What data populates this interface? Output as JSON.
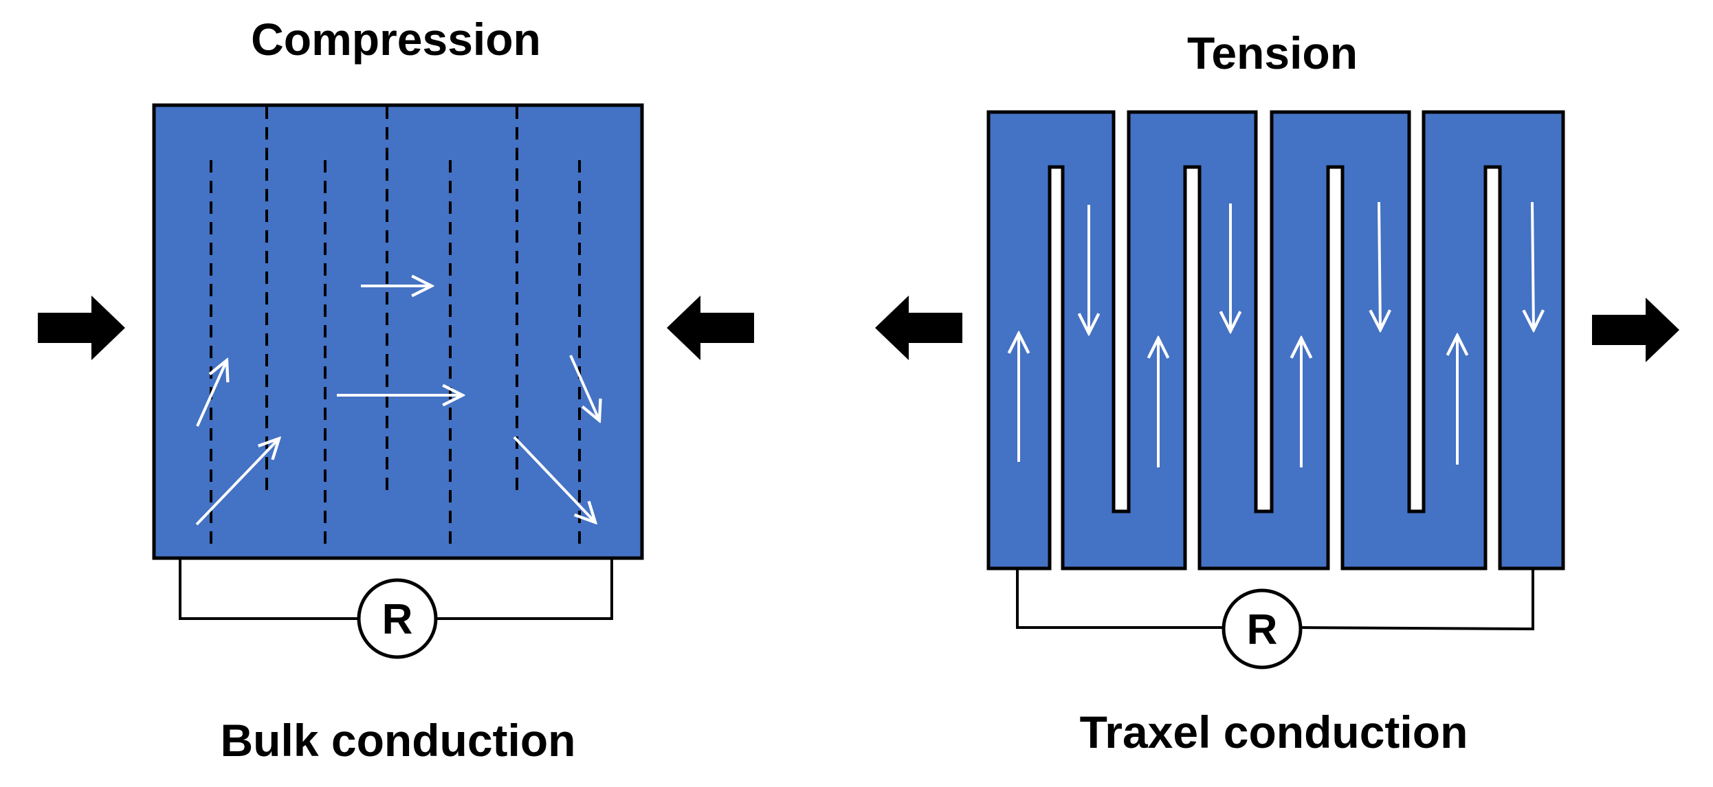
{
  "left_panel": {
    "title": "Compression",
    "caption": "Bulk conduction",
    "resistor_label": "R"
  },
  "right_panel": {
    "title": "Tension",
    "caption": "Traxel conduction",
    "resistor_label": "R"
  },
  "colors": {
    "sensor_fill": "#4472C4",
    "outline": "#000000",
    "flow_arrow": "#ffffff",
    "force_arrow": "#000000",
    "background": "#ffffff"
  },
  "icons": {
    "force_arrow": "block-arrow-icon",
    "current_arrow": "thin-arrow-icon",
    "resistor": "resistor-circle-icon"
  }
}
